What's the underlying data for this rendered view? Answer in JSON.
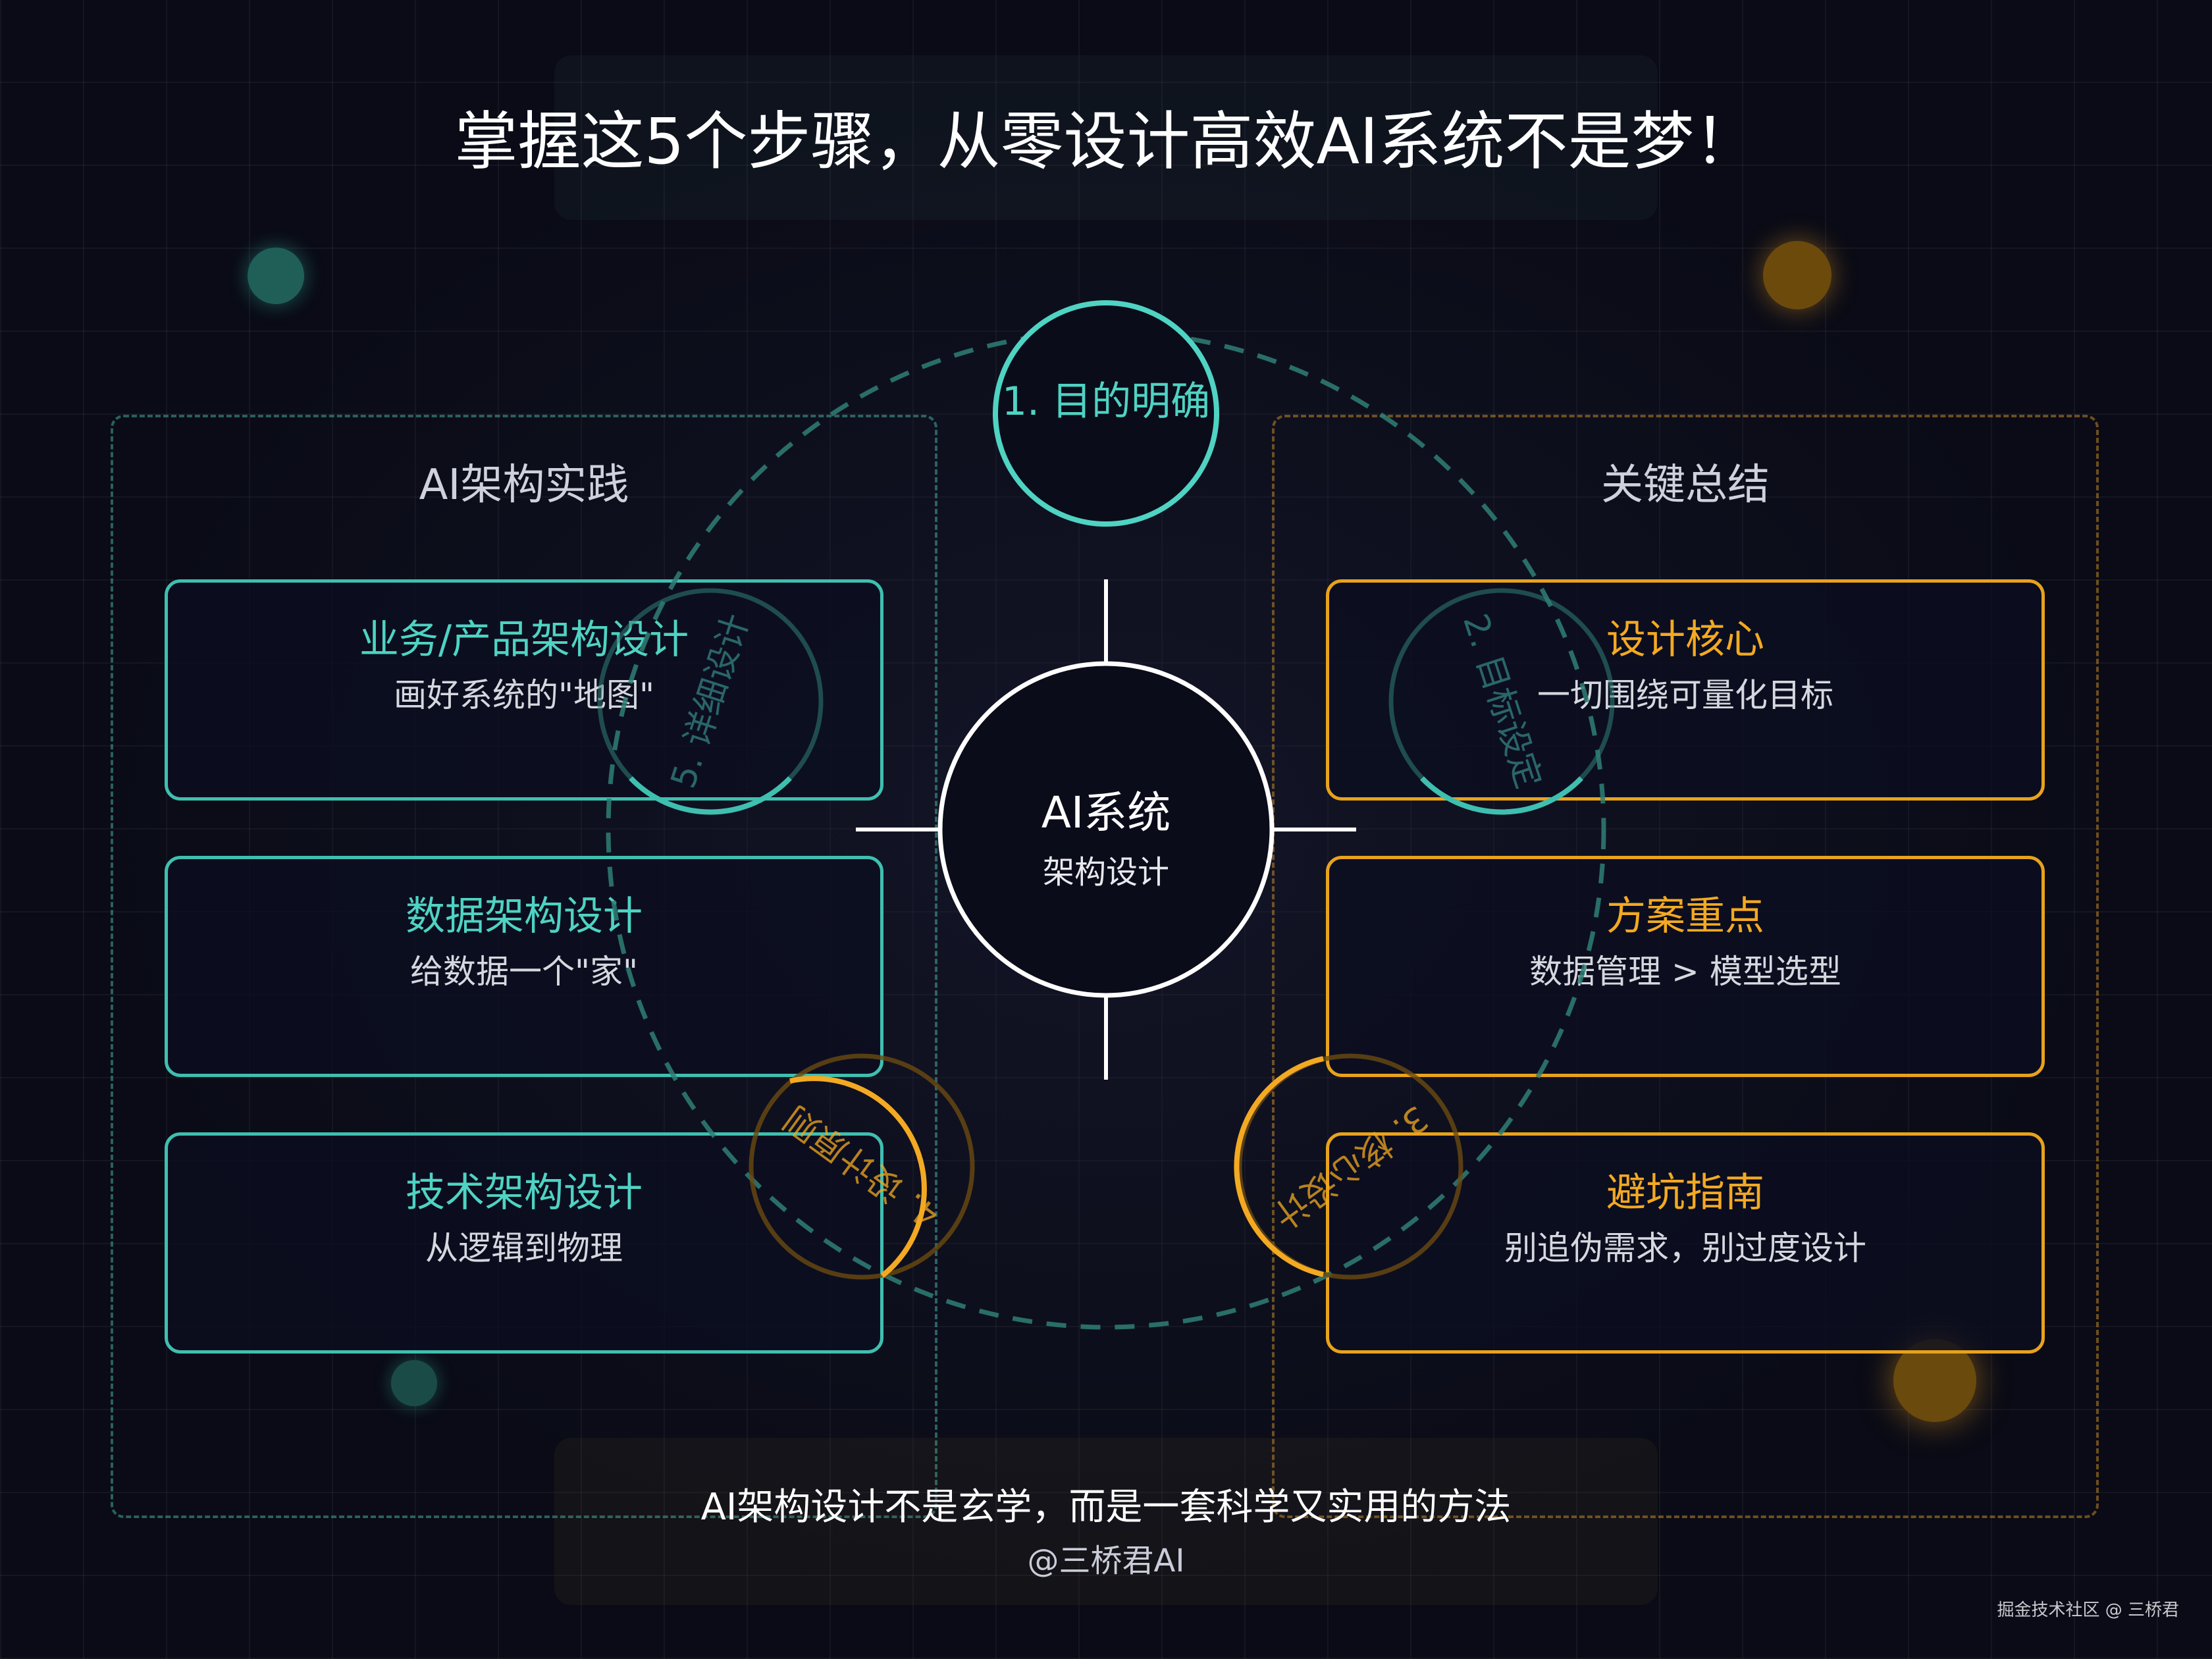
{
  "title": "掌握这5个步骤，从零设计高效AI系统不是梦！",
  "left_panel": {
    "title": "AI架构实践",
    "cards": [
      {
        "title": "业务/产品架构设计",
        "subtitle": "画好系统的\"地图\""
      },
      {
        "title": "数据架构设计",
        "subtitle": "给数据一个\"家\""
      },
      {
        "title": "技术架构设计",
        "subtitle": "从逻辑到物理"
      }
    ]
  },
  "right_panel": {
    "title": "关键总结",
    "cards": [
      {
        "title": "设计核心",
        "subtitle": "一切围绕可量化目标"
      },
      {
        "title": "方案重点",
        "subtitle": "数据管理 > 模型选型"
      },
      {
        "title": "避坑指南",
        "subtitle": "别追伪需求，别过度设计"
      }
    ]
  },
  "center": {
    "title": "AI系统",
    "subtitle": "架构设计"
  },
  "steps": [
    {
      "label": "1. 目的明确"
    },
    {
      "label": "2. 目标设定"
    },
    {
      "label": "3. 核心设计"
    },
    {
      "label": "4. 设计原则"
    },
    {
      "label": "5. 详细设计"
    }
  ],
  "footer": {
    "main": "AI架构设计不是玄学，而是一套科学又实用的方法",
    "author": "@三桥君AI"
  },
  "watermark": "掘金技术社区 @ 三桥君",
  "colors": {
    "teal": "#4fd3c3",
    "orange": "#f3a922",
    "background": "#0a0b16",
    "white": "#ffffff"
  }
}
